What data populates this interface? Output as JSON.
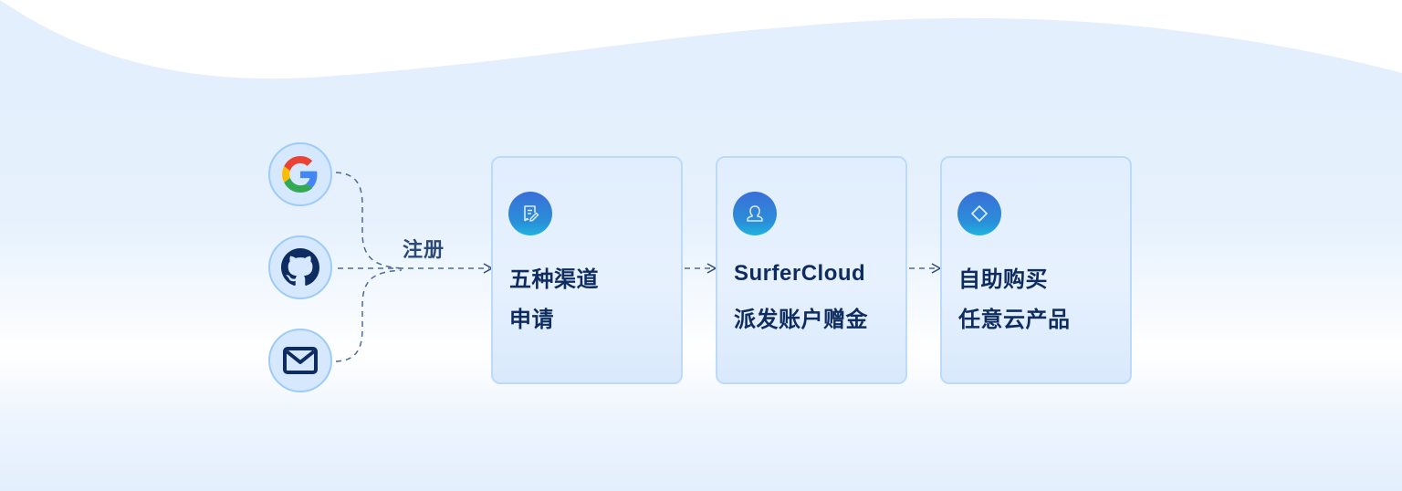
{
  "diagram": {
    "type": "flow",
    "channels": [
      {
        "icon": "google-icon",
        "label": "Google"
      },
      {
        "icon": "github-icon",
        "label": "GitHub"
      },
      {
        "icon": "email-icon",
        "label": "Email"
      }
    ],
    "register_label": "注册",
    "steps": [
      {
        "icon": "document-edit-icon",
        "line1": "五种渠道",
        "line2": "申请"
      },
      {
        "icon": "user-icon",
        "line1": "SurferCloud",
        "line2": "派发账户赠金"
      },
      {
        "icon": "diamond-icon",
        "line1": "自助购买",
        "line2": "任意云产品"
      }
    ],
    "colors": {
      "text": "#0e2c5f",
      "connector": "#4a6a9a",
      "badge_top": "#3a6fd7",
      "badge_bottom": "#20b4de",
      "card_border": "#bcdaf9",
      "channel_border": "#9ecbf7"
    }
  }
}
